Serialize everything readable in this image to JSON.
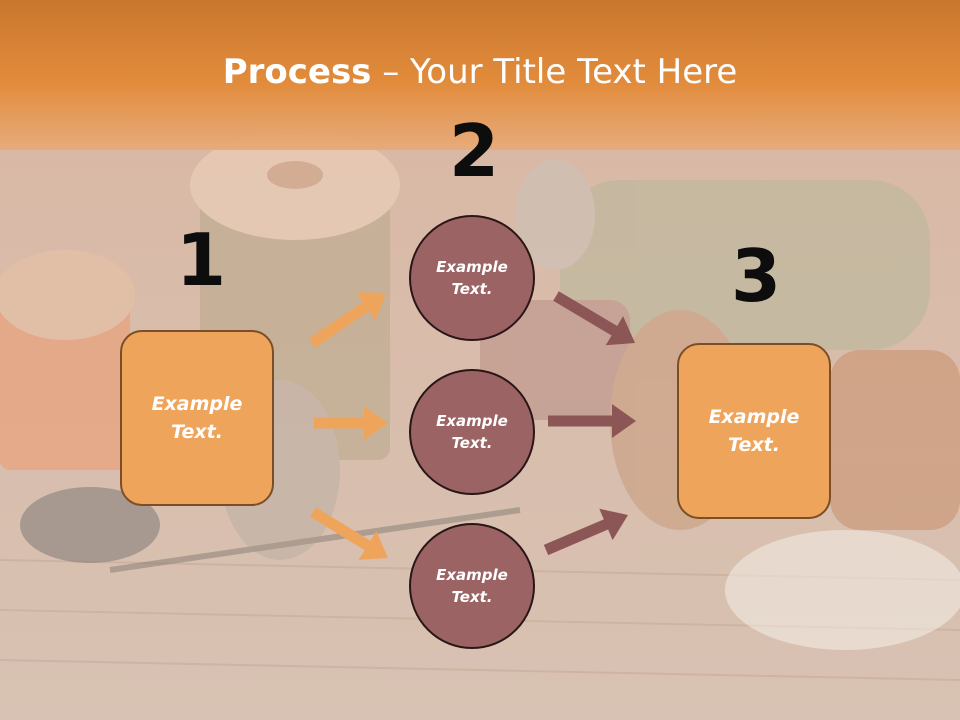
{
  "slide": {
    "title_bold": "Process",
    "title_rest": " – Your Title Text Here"
  },
  "steps": [
    {
      "number": "1",
      "text": "Example\nText."
    },
    {
      "number": "2",
      "text": ""
    },
    {
      "number": "3",
      "text": "Example\nText."
    }
  ],
  "circles": [
    {
      "text": "Example\nText."
    },
    {
      "text": "Example\nText."
    },
    {
      "text": "Example\nText."
    }
  ],
  "colors": {
    "box_fill": "#efa45c",
    "circle_fill": "#9b6363",
    "arrow_orange": "#efa45c",
    "arrow_brown": "#8c5656",
    "header": "#e58d3a"
  }
}
